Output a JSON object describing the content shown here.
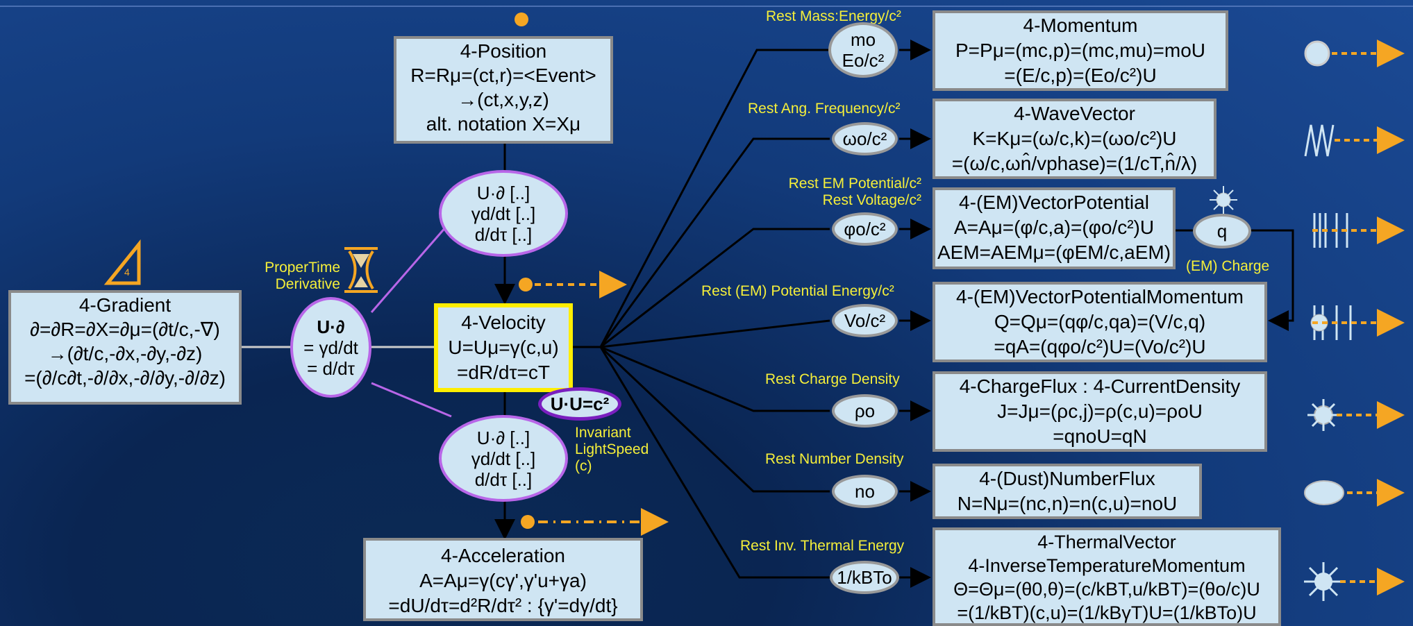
{
  "position": {
    "title": "4-Position",
    "l1": "R=Rμ=(ct,r)=<Event>",
    "l2": "→(ct,x,y,z)",
    "l3": "alt. notation X=Xμ"
  },
  "gradient": {
    "title": "4-Gradient",
    "l1": "∂=∂R=∂X=∂μ=(∂t/c,-∇)",
    "l2": "→(∂t/c,-∂x,-∂y,-∂z)",
    "l3": "=(∂/c∂t,-∂/∂x,-∂/∂y,-∂/∂z)"
  },
  "velocity": {
    "title": "4-Velocity",
    "l1": "U=Uμ=γ(c,u)",
    "l2": "=dR/dτ=cT"
  },
  "acceleration": {
    "title": "4-Acceleration",
    "l1": "A=Aμ=γ(cγ',γ'u+γa)",
    "l2": "=dU/dτ=d²R/dτ² : {γ'=dγ/dt}"
  },
  "ops": {
    "top": [
      "U·∂ [..]",
      "γd/dt [..]",
      "d/dτ [..]"
    ],
    "mid": [
      "U·∂",
      "= γd/dt",
      "= d/dτ"
    ],
    "bot": [
      "U·∂ [..]",
      "γd/dt [..]",
      "d/dτ [..]"
    ]
  },
  "proper_time_label": "ProperTime\nDerivative",
  "invariant": {
    "oval": "U·U=c²",
    "label": "Invariant\nLightSpeed\n(c)"
  },
  "triangle_num": "4",
  "right_boxes": [
    {
      "title": "4-Momentum",
      "l1": "P=Pμ=(mc,p)=(mc,mu)=moU",
      "l2": "=(E/c,p)=(Eo/c²)U",
      "rest_label": "Rest Mass:Energy/c²",
      "oval": "mo\nEo/c²"
    },
    {
      "title": "4-WaveVector",
      "l1": "K=Kμ=(ω/c,k)=(ωo/c²)U",
      "l2": "=(ω/c,ωn̂/vphase)=(1/cT,n̂/λ)",
      "rest_label": "Rest Ang. Frequency/c²",
      "oval": "ωo/c²"
    },
    {
      "title": "4-(EM)VectorPotential",
      "l1": "A=Aμ=(φ/c,a)=(φo/c²)U",
      "l2": "AEM=AEMμ=(φEM/c,aEM)",
      "rest_label": "Rest EM Potential/c²\nRest Voltage/c²",
      "oval": "φo/c²"
    },
    {
      "title": "4-(EM)VectorPotentialMomentum",
      "l1": "Q=Qμ=(qφ/c,qa)=(V/c,q)",
      "l2": "=qA=(qφo/c²)U=(Vo/c²)U",
      "rest_label": "Rest (EM) Potential Energy/c²",
      "oval": "Vo/c²"
    },
    {
      "title": "4-ChargeFlux : 4-CurrentDensity",
      "l1": "J=Jμ=(ρc,j)=ρ(c,u)=ρoU",
      "l2": "=qnoU=qN",
      "rest_label": "Rest Charge Density",
      "oval": "ρo"
    },
    {
      "title": "4-(Dust)NumberFlux",
      "l1": "N=Nμ=(nc,n)=n(c,u)=noU",
      "l2": "",
      "rest_label": "Rest Number Density",
      "oval": "no"
    },
    {
      "title": "4-ThermalVector",
      "l1": "4-InverseTemperatureMomentum",
      "l2": "Θ=Θμ=(θ0,θ)=(c/kBT,u/kBT)=(θo/c)U",
      "l3": "=(1/kBT)(c,u)=(1/kBγT)U=(1/kBTo)U",
      "rest_label": "Rest Inv. Thermal Energy",
      "oval": "1/kBTo"
    }
  ],
  "charge": {
    "oval": "q",
    "label": "(EM) Charge"
  },
  "icons": [
    "circle-particle-icon",
    "wave-icon",
    "potential-field-icon",
    "charged-field-icon",
    "starburst-icon",
    "cloud-icon",
    "hot-star-icon"
  ],
  "colors": {
    "accent": "#f5a623",
    "label": "#f5ef3a",
    "box": "#cfe5f3",
    "highlight": "#ffee00",
    "purple": "#b866e8"
  }
}
